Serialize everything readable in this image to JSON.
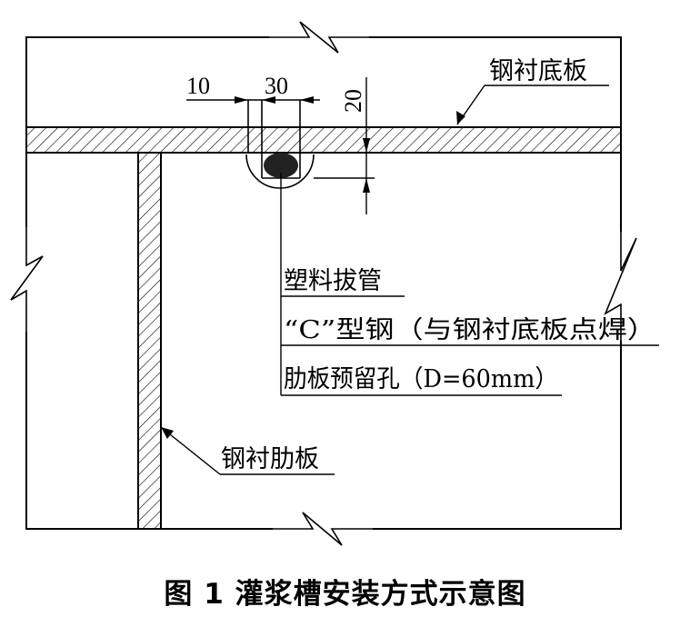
{
  "diagram": {
    "dimensions": {
      "d10": "10",
      "d30": "30",
      "d20": "20"
    },
    "labels": {
      "bottom_plate": "钢衬底板",
      "rib_plate": "钢衬肋板",
      "note_pipe": "塑料拔管",
      "note_channel": "“C”型钢（与钢衬底板点焊）",
      "note_hole": "肋板预留孔（D=60mm）"
    },
    "caption": "图 1  灌浆槽安装方式示意图"
  }
}
